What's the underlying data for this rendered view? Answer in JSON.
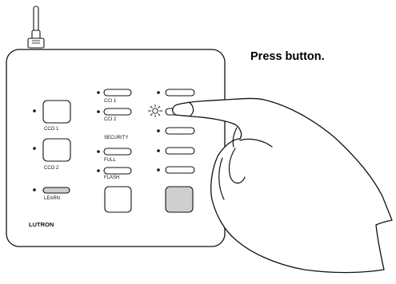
{
  "instruction": "Press button.",
  "device": {
    "brand": "LUTRON",
    "labels": {
      "cco1": "CCO 1",
      "cco2": "CCO 2",
      "learn": "LEARN",
      "cci1": "CCI 1",
      "cci2": "CCI 2",
      "security": "SECURITY",
      "full": "FULL",
      "flash": "FLASH"
    }
  },
  "icons": [
    "antenna-icon",
    "led-blink-icon",
    "hand-icon"
  ],
  "colors": {
    "line": "#111111",
    "pressed_button_fill": "#cfcfcf",
    "learn_button_fill": "#cfcfcf"
  }
}
